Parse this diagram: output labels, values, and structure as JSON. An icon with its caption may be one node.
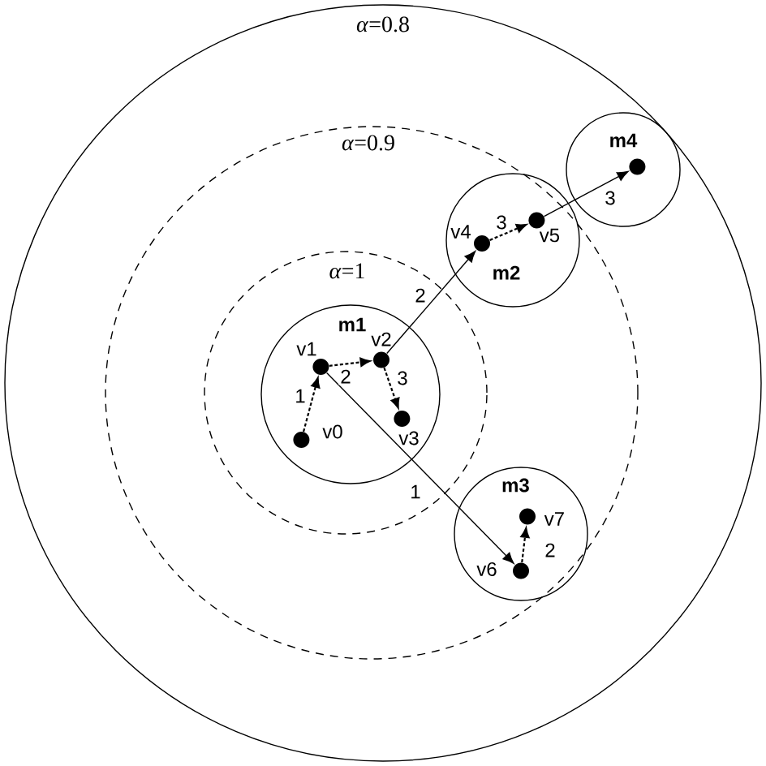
{
  "diagram": {
    "nodes": [
      {
        "text": [
          "*α*=0.8"
        ]
      },
      {
        "text": [
          "*α*=0.9"
        ],
        "in": 0
      },
      {
        "text": [
          "*α*=1"
        ],
        "in": 1
      },
      {
        "text": [
          "m1"
        ],
        "in": 2
      },
      {
        "text": [
          "v0"
        ],
        "in": 3
      },
      {
        "text": [
          "v1"
        ],
        "in": 3
      },
      {
        "text": [
          "v2"
        ],
        "in": 3
      },
      {
        "text": [
          "v3"
        ],
        "in": 3
      },
      {
        "text": [
          "m2"
        ],
        "in": 1
      },
      {
        "text": [
          "v4"
        ],
        "in": 8
      },
      {
        "text": [
          "v5"
        ],
        "in": 8
      },
      {
        "text": [
          "m4"
        ],
        "in": 0
      },
      {
        "text": [],
        "shape": "circle",
        "in": 11
      },
      {
        "text": [
          "m3"
        ],
        "in": 1
      },
      {
        "text": [
          "v6"
        ],
        "in": 13
      },
      {
        "text": [
          "v7"
        ],
        "in": 13
      }
    ],
    "edges": [
      {
        "from": 4,
        "to": 5,
        "arrow": "to",
        "label": "1",
        "style": "dashed"
      },
      {
        "from": 5,
        "to": 6,
        "arrow": "to",
        "label": "2",
        "style": "dashed"
      },
      {
        "from": 6,
        "to": 7,
        "arrow": "to",
        "label": "3",
        "style": "dashed"
      },
      {
        "from": 6,
        "to": 9,
        "arrow": "to",
        "label": "2"
      },
      {
        "from": 9,
        "to": 10,
        "arrow": "to",
        "label": "3",
        "style": "dashed"
      },
      {
        "from": 10,
        "to": 12,
        "arrow": "to",
        "label": "3"
      },
      {
        "from": 5,
        "to": 14,
        "arrow": "to",
        "label": "1"
      },
      {
        "from": 14,
        "to": 15,
        "arrow": "to",
        "label": "2",
        "style": "dashed"
      }
    ]
  }
}
